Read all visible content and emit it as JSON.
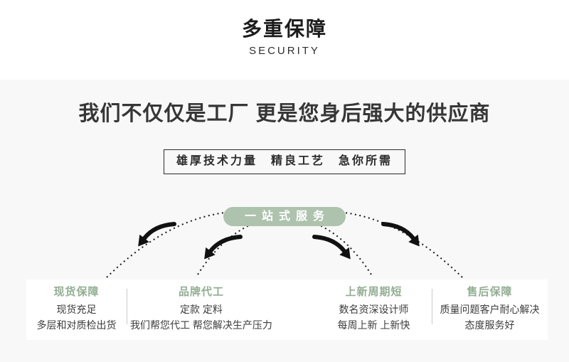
{
  "header": {
    "title": "多重保障",
    "subtitle": "SECURITY"
  },
  "intro": {
    "headline": "我们不仅仅是工厂 更是您身后强大的供应商",
    "features_box": "雄厚技术力量　精良工艺　急你所需"
  },
  "diagram": {
    "pill_label": "一站式服务"
  },
  "columns": [
    {
      "title": "现货保障",
      "lines": [
        "现货充足",
        "多层和对质检出货"
      ]
    },
    {
      "title": "品牌代工",
      "lines": [
        "定款 定料",
        "我们帮您代工 帮您解决生产压力"
      ]
    },
    {
      "title": "上新周期短",
      "lines": [
        "数名资深设计师",
        "每周上新 上新快"
      ]
    },
    {
      "title": "售后保障",
      "lines": [
        "质量问题客户耐心解决",
        "态度服务好"
      ]
    }
  ],
  "colors": {
    "pill_green": "#aec3ae",
    "title_green": "#92ae92"
  }
}
